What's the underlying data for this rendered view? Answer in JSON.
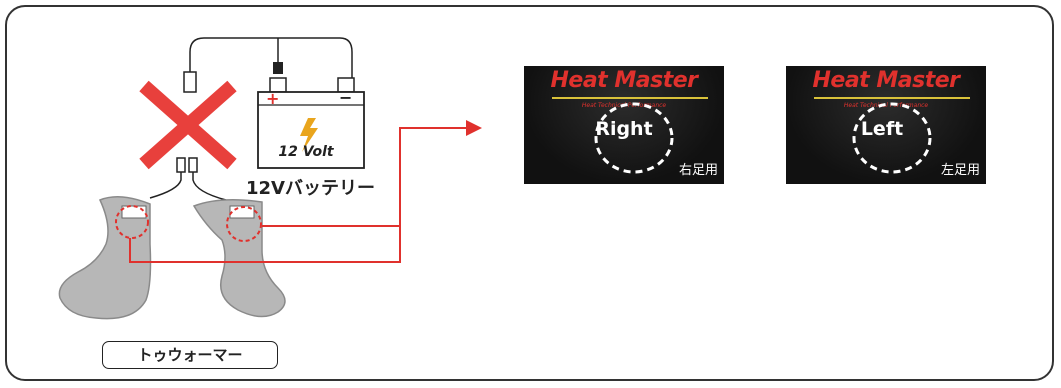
{
  "battery": {
    "voltage_label": "12 Volt",
    "name": "12Vバッテリー",
    "plus": "+",
    "minus": "−"
  },
  "product": {
    "name": "トゥウォーマー"
  },
  "labels": [
    {
      "brand": "Heat Master",
      "tagline": "Heat Technical Performance",
      "side": "Right",
      "side_jp": "右足用"
    },
    {
      "brand": "Heat Master",
      "tagline": "Heat Technical Performance",
      "side": "Left",
      "side_jp": "左足用"
    }
  ],
  "colors": {
    "accent_red": "#e0312d",
    "cross_red": "#e8403c",
    "sock_gray": "#b7b7b7",
    "frame": "#333333"
  }
}
